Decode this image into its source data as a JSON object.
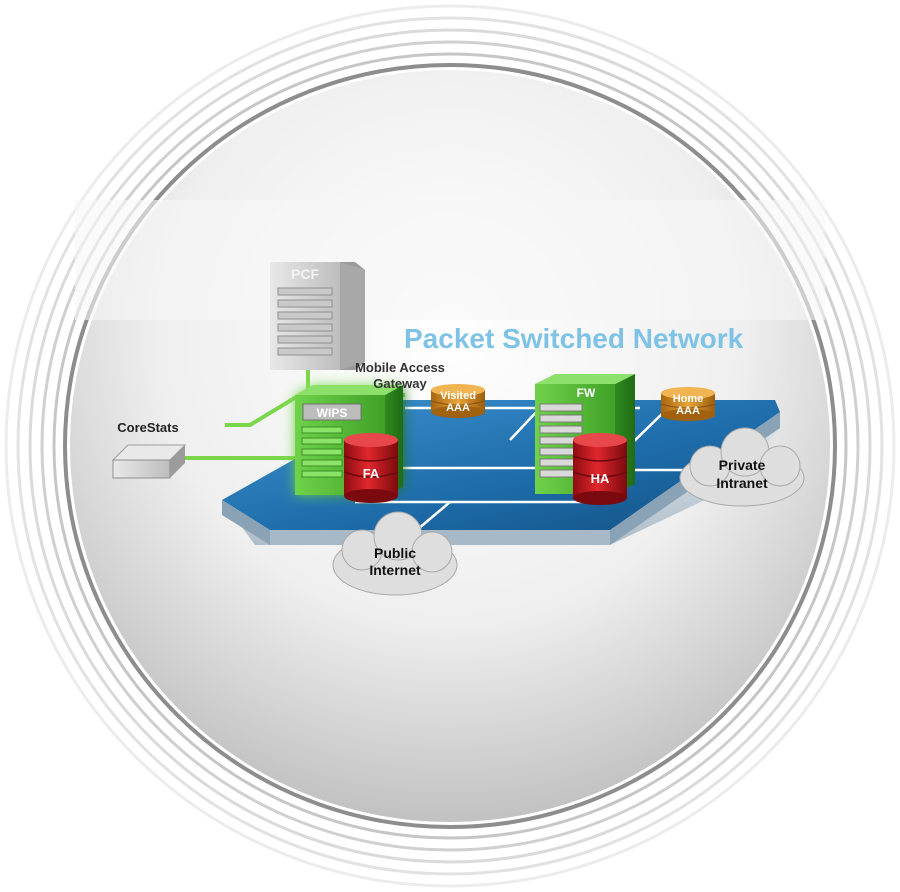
{
  "title": "Packet Switched Network",
  "nodes": {
    "pcf": "PCF",
    "corestats": "CoreStats",
    "mag_line1": "Mobile Access",
    "mag_line2": "Gateway",
    "wips": "WIPS",
    "fa": "FA",
    "visited_line1": "Visited",
    "visited_line2": "AAA",
    "fw": "FW",
    "ha": "HA",
    "home_line1": "Home",
    "home_line2": "AAA",
    "private_line1": "Private",
    "private_line2": "Intranet",
    "public_line1": "Public",
    "public_line2": "Internet"
  },
  "colors": {
    "title": "#7ec3e6",
    "network_plane": "#1f6fb0",
    "server_green": "#5cc23a",
    "database_red": "#c8161d",
    "aaa_gold": "#d08a1f",
    "link_green": "#7bd64a"
  }
}
